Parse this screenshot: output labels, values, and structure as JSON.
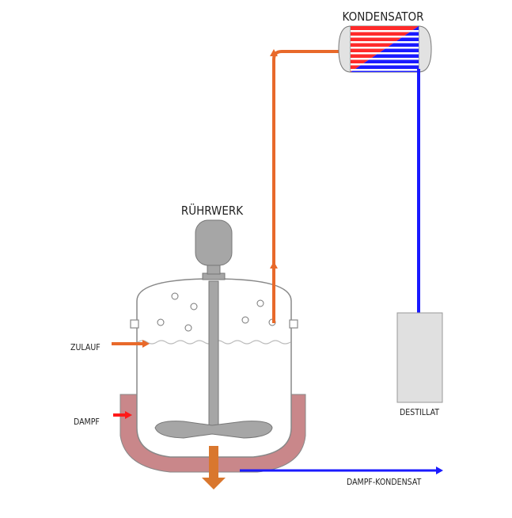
{
  "labels": {
    "kondensator": "KONDENSATOR",
    "ruehrwerk": "RÜHRWERK",
    "zulauf": "ZULAUF",
    "dampf": "DAMPF",
    "destillat": "DESTILLAT",
    "dampf_kondensat": "DAMPF-KONDENSAT"
  },
  "colors": {
    "vapor_line": "#e8692a",
    "distillate_line": "#1a1aff",
    "condenser_hot": "#ff2a2a",
    "condenser_cold": "#1a1aff",
    "jacket": "#c9878a",
    "steam_arrow": "#ff1a1a",
    "drain_arrow": "#d9772e",
    "agitator": "#a6a6a6",
    "receiver": "#e0e0e0"
  }
}
